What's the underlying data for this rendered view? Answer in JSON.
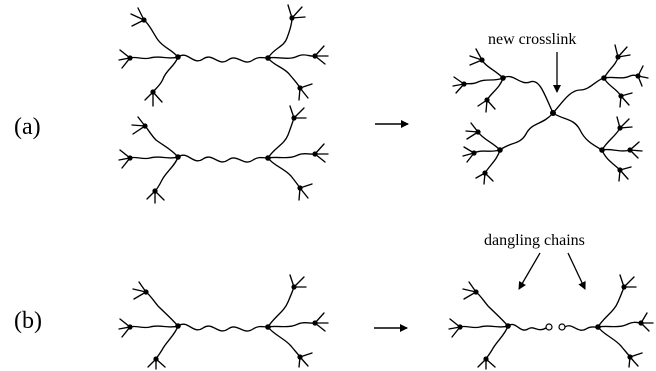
{
  "figure": {
    "panel_a_label": "(a)",
    "panel_b_label": "(b)",
    "annotation_crosslink": "new crosslink",
    "annotation_dangling": "dangling chains"
  },
  "colors": {
    "ink": "#000000",
    "background": "#ffffff"
  }
}
